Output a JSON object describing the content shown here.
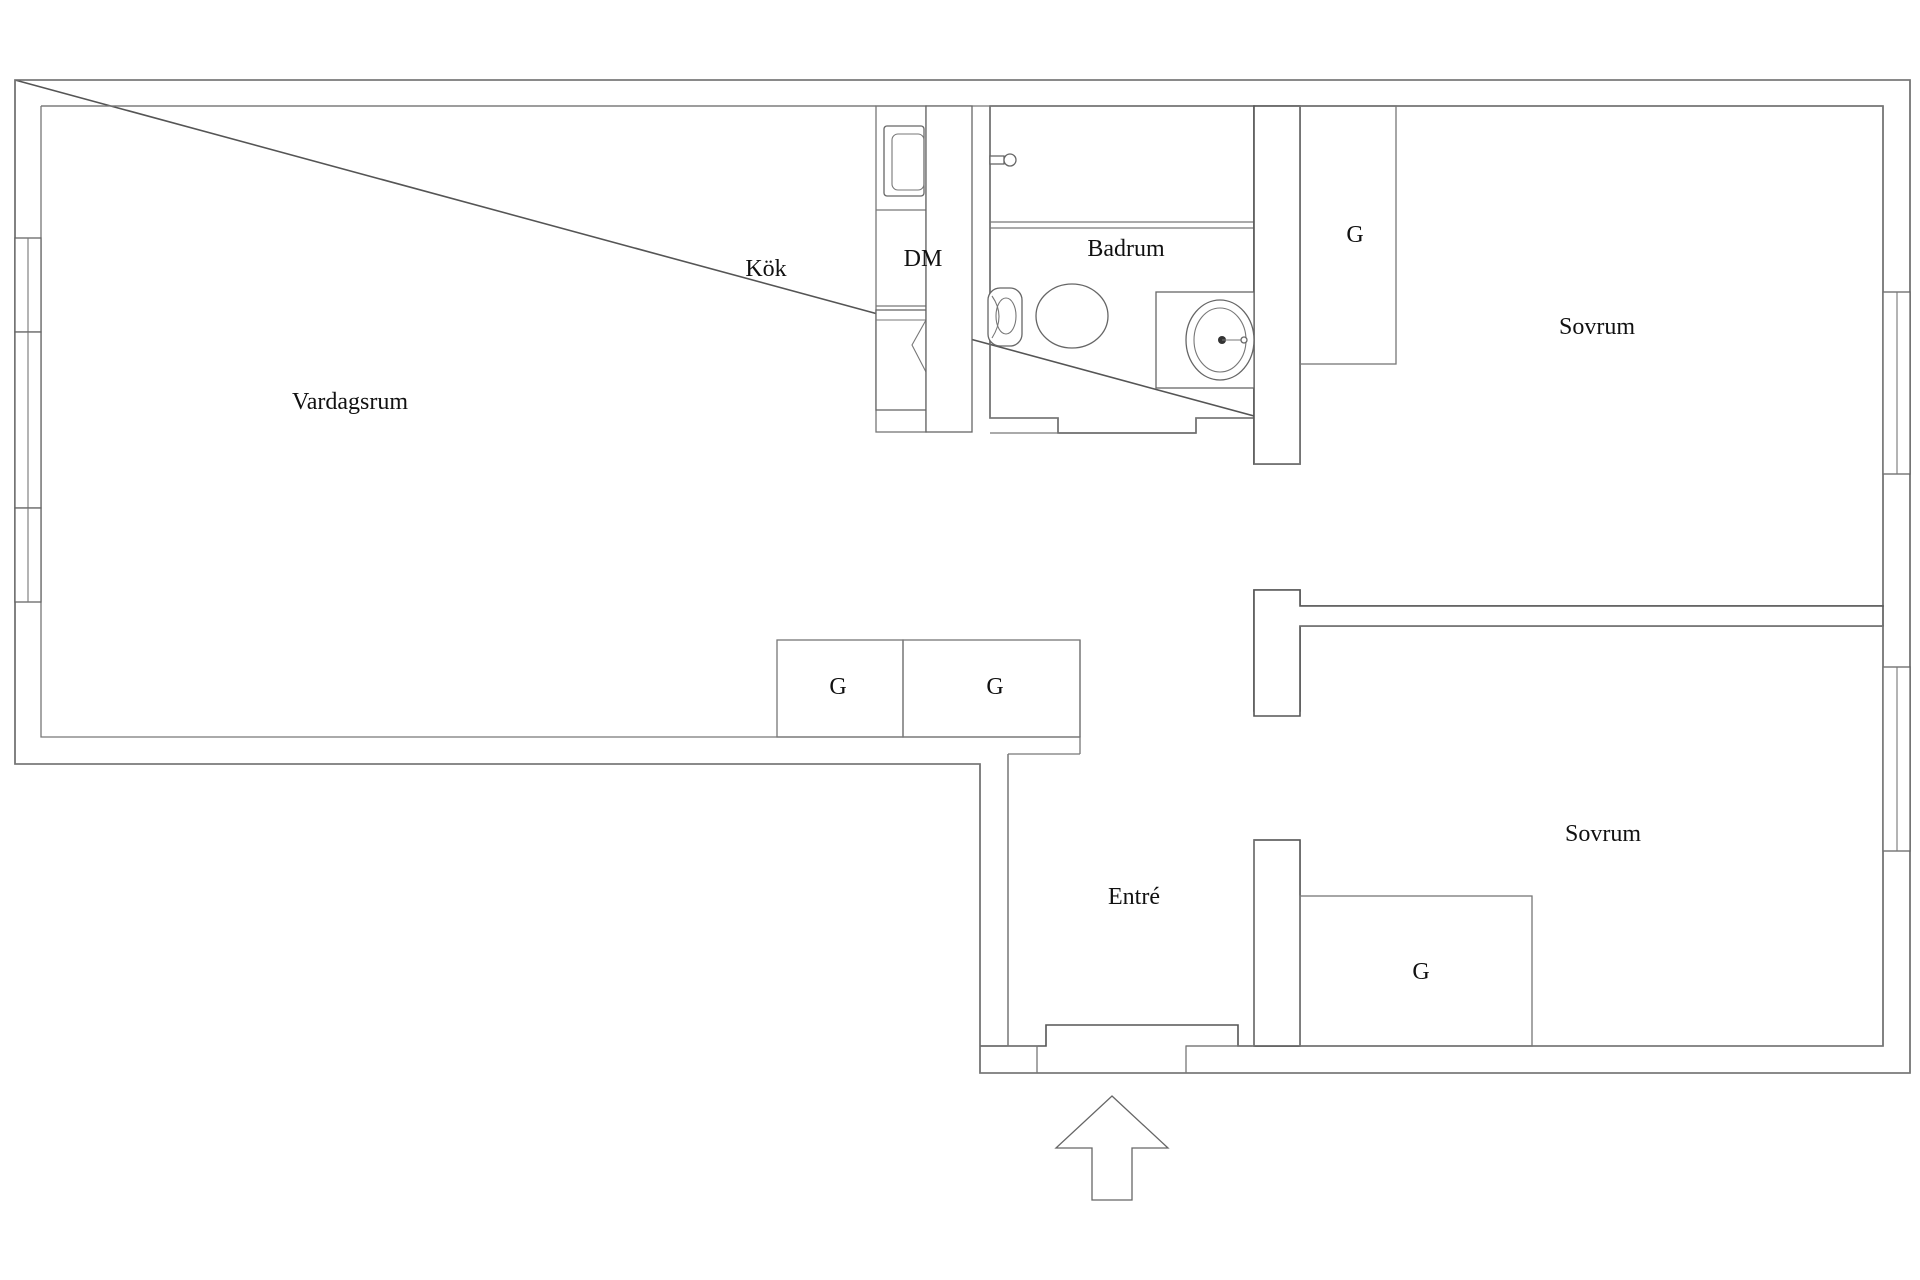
{
  "rooms": {
    "vardagsrum": "Vardagsrum",
    "kok": "Kök",
    "dm": "DM",
    "badrum": "Badrum",
    "sovrum_1": "Sovrum",
    "sovrum_2": "Sovrum",
    "entre": "Entré"
  },
  "closets": {
    "closet_1": "G",
    "closet_2": "G",
    "closet_3": "G",
    "closet_4": "G"
  },
  "icons": {
    "entrance": "entrance-arrow-icon",
    "toilet": "toilet-icon",
    "sink": "sink-icon",
    "stove": "stove-icon",
    "tap": "tap-icon"
  },
  "colors": {
    "line": "#555555",
    "background": "#ffffff",
    "text": "#111111"
  }
}
